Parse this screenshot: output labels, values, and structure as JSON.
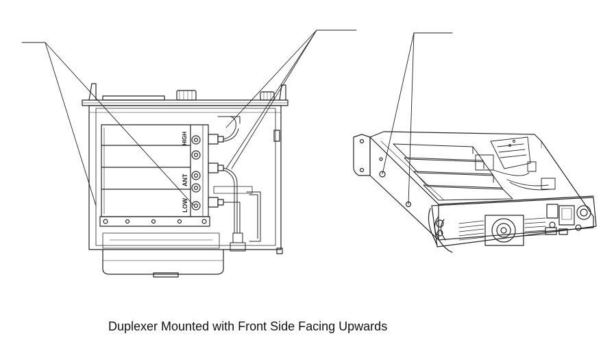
{
  "caption": "Duplexer Mounted with Front Side Facing Upwards",
  "left_view": {
    "labels": {
      "high": "HIGH",
      "ant": "ANT",
      "low": "LOW"
    }
  },
  "colors": {
    "line": "#222222",
    "background": "#ffffff"
  }
}
